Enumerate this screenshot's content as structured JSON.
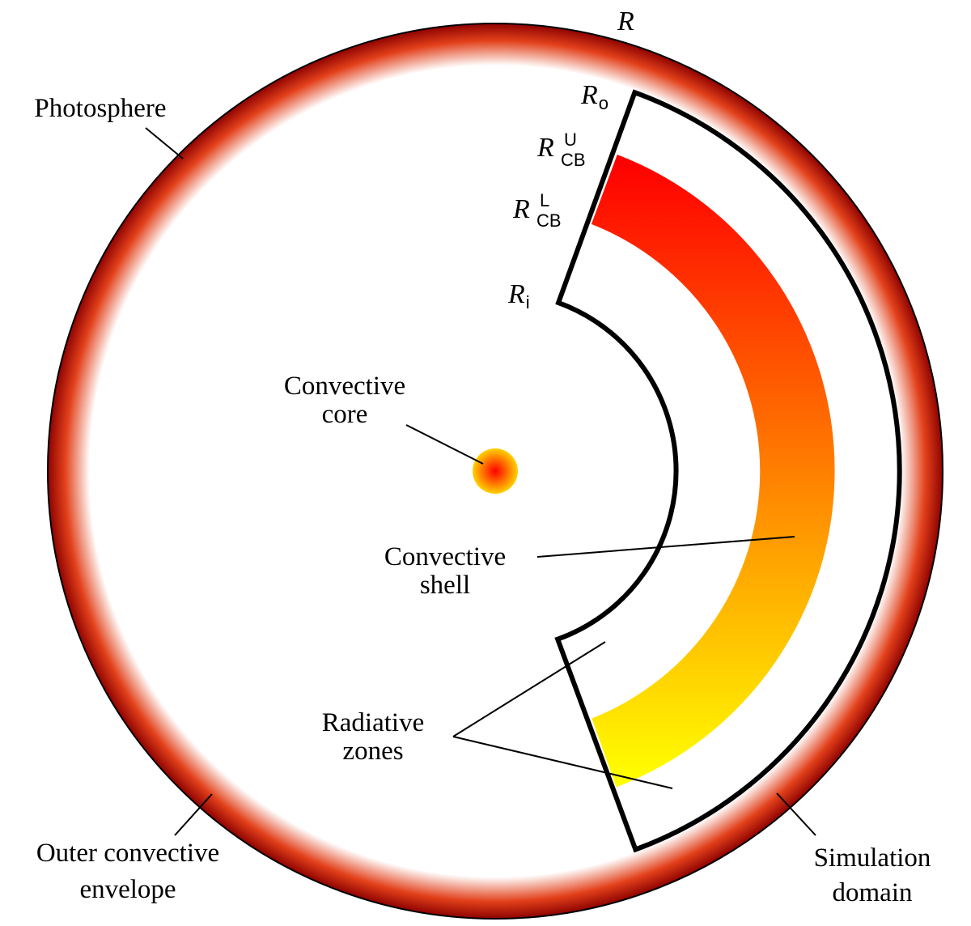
{
  "symbols": {
    "R": "R",
    "R_o": {
      "main": "R",
      "sub": "o"
    },
    "R_CB_U": {
      "main": "R",
      "sup": "U",
      "sub": "CB"
    },
    "R_CB_L": {
      "main": "R",
      "sup": "L",
      "sub": "CB"
    },
    "R_i": {
      "main": "R",
      "sub": "i"
    }
  },
  "labels": {
    "photosphere": "Photosphere",
    "convective_core": [
      "Convective",
      "core"
    ],
    "convective_shell": [
      "Convective",
      "shell"
    ],
    "radiative_zones": [
      "Radiative",
      "zones"
    ],
    "outer_envelope": [
      "Outer convective",
      "envelope"
    ],
    "simulation_domain": [
      "Simulation",
      "domain"
    ]
  },
  "colors": {
    "envelope_outer": "#8b0000",
    "envelope_mid": "#e2401a",
    "envelope_inner": "#ffffff",
    "shell_top": "#ff0000",
    "shell_bottom": "#ffff00",
    "core_center": "#ff0000",
    "core_edge": "#ffd200",
    "outline": "#000000"
  }
}
